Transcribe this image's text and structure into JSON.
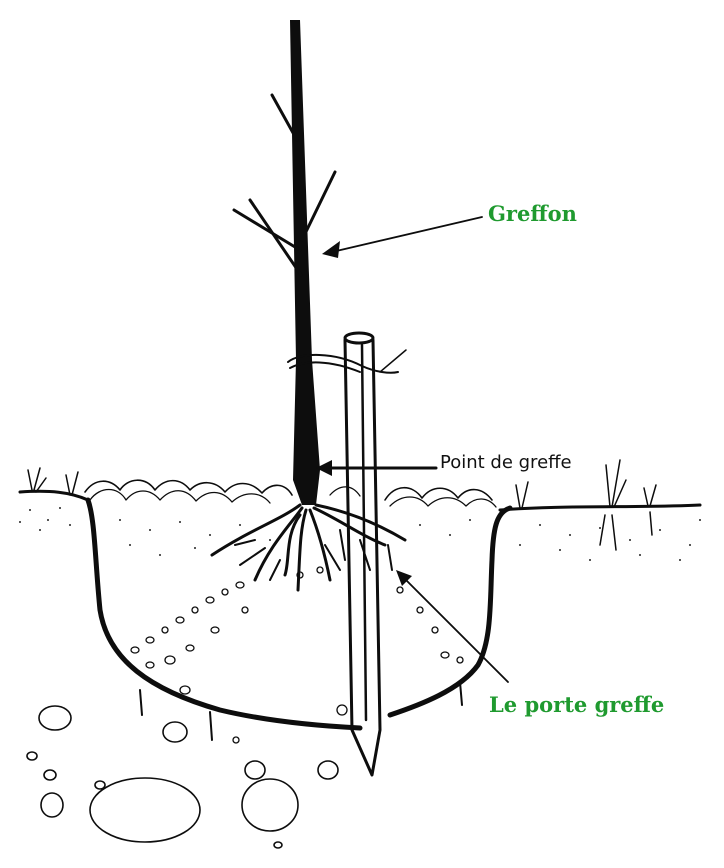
{
  "labels": {
    "scion": "Greffon",
    "graft_point": "Point de greffe",
    "rootstock": "Le porte greffe"
  },
  "colors": {
    "label_green": "#1f9a2f",
    "ink": "#0d0d0d",
    "background": "#ffffff"
  }
}
